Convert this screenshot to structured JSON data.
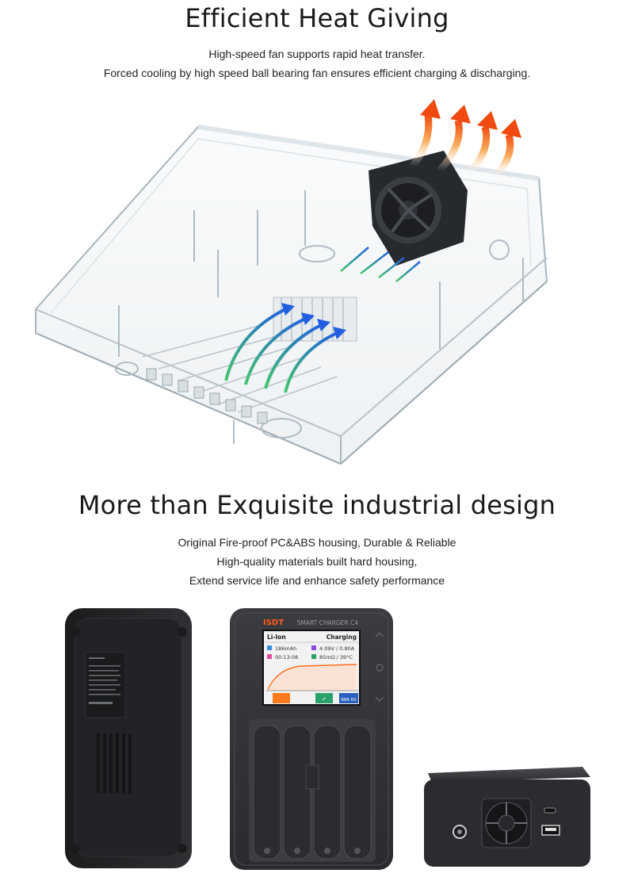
{
  "section1": {
    "title": "Efficient Heat Giving",
    "lines": [
      "High-speed fan supports rapid heat transfer.",
      "Forced cooling by high speed ball bearing fan ensures efficient charging & discharging."
    ]
  },
  "section2": {
    "title": "More than Exquisite industrial design",
    "lines": [
      "Original Fire-proof PC&ABS housing, Durable & Reliable",
      "High-quality materials built hard housing,",
      "Extend service life and enhance safety performance"
    ]
  },
  "charger": {
    "brand": "ISDT",
    "model": "SMART CHARGER C4",
    "screen": {
      "chemistry": "Li-Ion",
      "status": "Charging",
      "capacity": "186mAh",
      "voltage_current": "4.09V / 0.80A",
      "time": "00:13:08",
      "resistance_temp": "85mΩ / 39°C",
      "slot_badge": "888 60"
    }
  },
  "colors": {
    "heat_arrow": "#f05a1a",
    "cool_arrow": "#2a7be0",
    "housing": "#c9d3d9",
    "charger_body": "#2c2d30",
    "screen_bg": "#f2f2f2",
    "screen_accent": "#ff6a1a"
  }
}
